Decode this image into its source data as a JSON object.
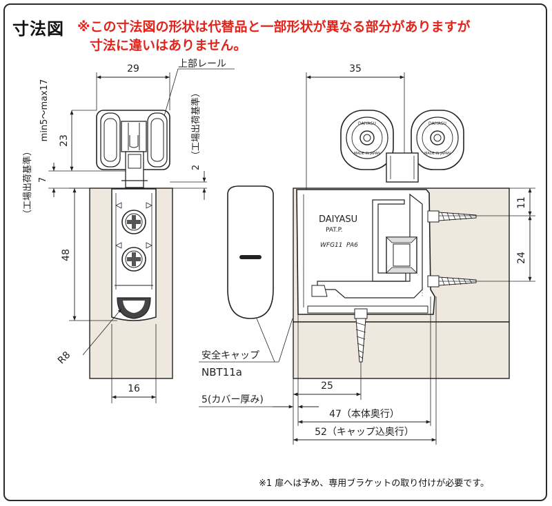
{
  "header": {
    "title": "寸法図",
    "notice_line1": "※この寸法図の形状は代替品と一部形状が異なる部分がありますが",
    "notice_line2": "寸法に違いはありません。"
  },
  "left_view": {
    "dim_width_top": "29",
    "label_top_rail": "上部レール",
    "dim_height_upper": "23",
    "label_min_max": "min5～max17",
    "label_factory_standard_left": "（工場出荷基準）",
    "label_factory_standard_right": "（工場出荷基準）",
    "dim_7": "7",
    "dim_2": "2",
    "dim_48": "48",
    "dim_r8": "R8",
    "dim_16": "16"
  },
  "cap": {
    "label_safety_cap": "安全キャップ",
    "label_model": "NBT11a"
  },
  "right_view": {
    "dim_35": "35",
    "dim_11": "11",
    "dim_24": "24",
    "brand": "DAIYASU",
    "patent": "PAT.P.",
    "model_code": "WFG11",
    "material": "PA6",
    "wheel_text_top": "DAIYASU",
    "wheel_text_bottom": "MADE IN JAPAN",
    "dim_25": "25",
    "dim_5_cover": "5(カバー厚み)",
    "dim_47": "47（本体奥行）",
    "dim_52": "52（キャップ込奥行）"
  },
  "footer": {
    "note": "※1 扉へは予め、専用ブラケットの取り付けが必要です。"
  },
  "colors": {
    "accent_red": "#e2231a",
    "door_fill": "#efe8df",
    "line": "#222222"
  }
}
